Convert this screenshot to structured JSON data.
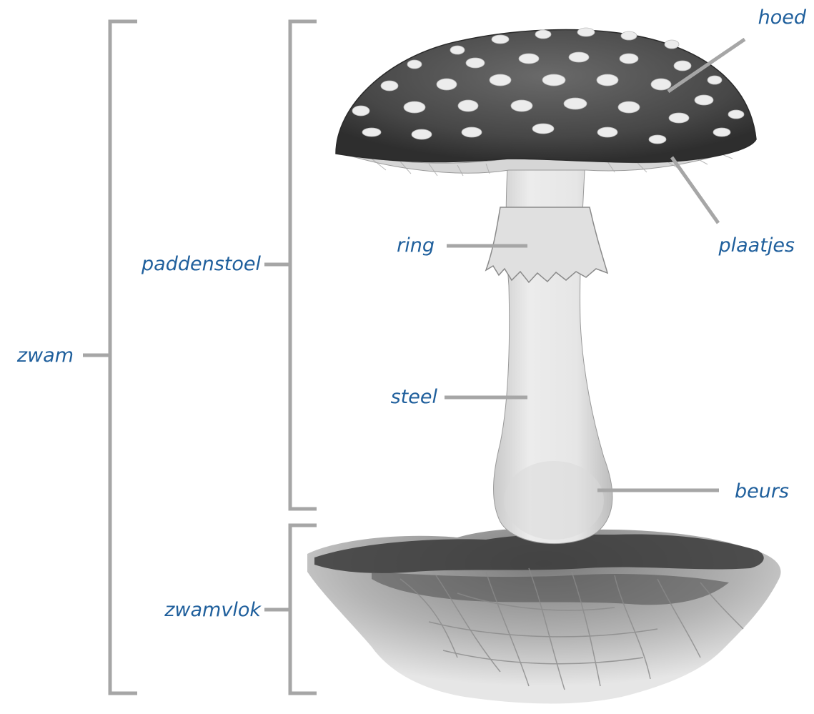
{
  "labels": {
    "hoed": "hoed",
    "plaatjes": "plaatjes",
    "ring": "ring",
    "paddenstoel": "paddenstoel",
    "zwam": "zwam",
    "steel": "steel",
    "beurs": "beurs",
    "zwamvlok": "zwamvlok"
  },
  "colors": {
    "label_text": "#1f5f9c",
    "bracket_line": "#a6a6a6",
    "cap_dark": "#4a4a4a",
    "cap_spots": "#ececec",
    "gills": "#d8d8d8",
    "stem": "#e4e4e4",
    "soil_dark": "#3a3a3a",
    "mycelium": "#9a9a9a"
  }
}
